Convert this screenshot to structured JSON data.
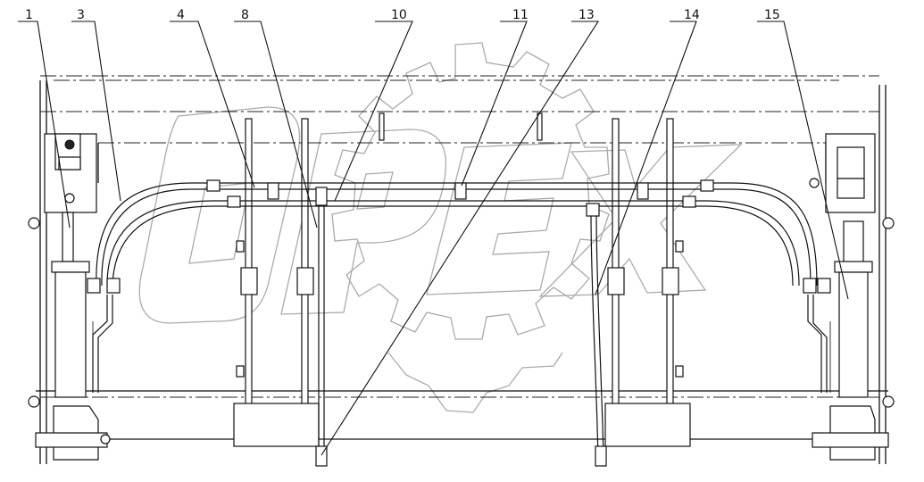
{
  "callouts": [
    {
      "id": "c1",
      "label": "1"
    },
    {
      "id": "c3",
      "label": "3"
    },
    {
      "id": "c4",
      "label": "4"
    },
    {
      "id": "c8",
      "label": "8"
    },
    {
      "id": "c10",
      "label": "10"
    },
    {
      "id": "c11",
      "label": "11"
    },
    {
      "id": "c13",
      "label": "13"
    },
    {
      "id": "c14",
      "label": "14"
    },
    {
      "id": "c15",
      "label": "15"
    }
  ],
  "watermark": {
    "text": "OPEX",
    "color": "#aaaaaa"
  },
  "colors": {
    "line": "#111111",
    "watermark": "#aaaaaa"
  }
}
